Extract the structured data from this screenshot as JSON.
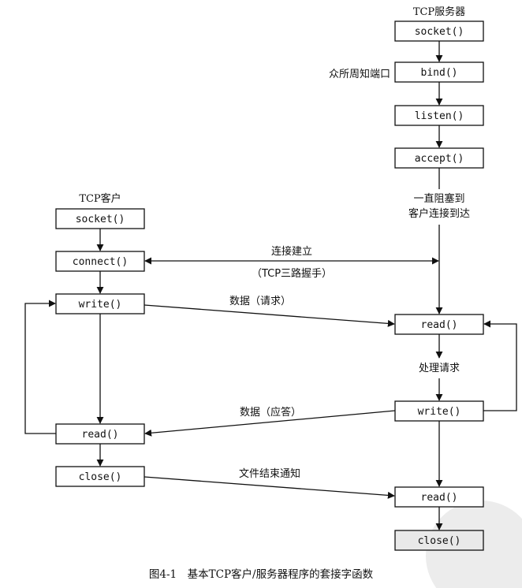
{
  "server": {
    "title": "TCP服务器",
    "socket": "socket()",
    "bind": "bind()",
    "bind_note": "众所周知端口",
    "listen": "listen()",
    "accept": "accept()",
    "block_line1": "一直阻塞到",
    "block_line2": "客户连接到达",
    "read": "read()",
    "process": "处理请求",
    "write": "write()",
    "read2": "read()",
    "close": "close()"
  },
  "client": {
    "title": "TCP客户",
    "socket": "socket()",
    "connect": "connect()",
    "write": "write()",
    "read": "read()",
    "close": "close()"
  },
  "messages": {
    "connect_line1": "连接建立",
    "connect_line2": "（TCP三路握手）",
    "request": "数据（请求）",
    "reply": "数据（应答）",
    "eof": "文件结束通知"
  },
  "caption": "图4-1　基本TCP客户/服务器程序的套接字函数"
}
